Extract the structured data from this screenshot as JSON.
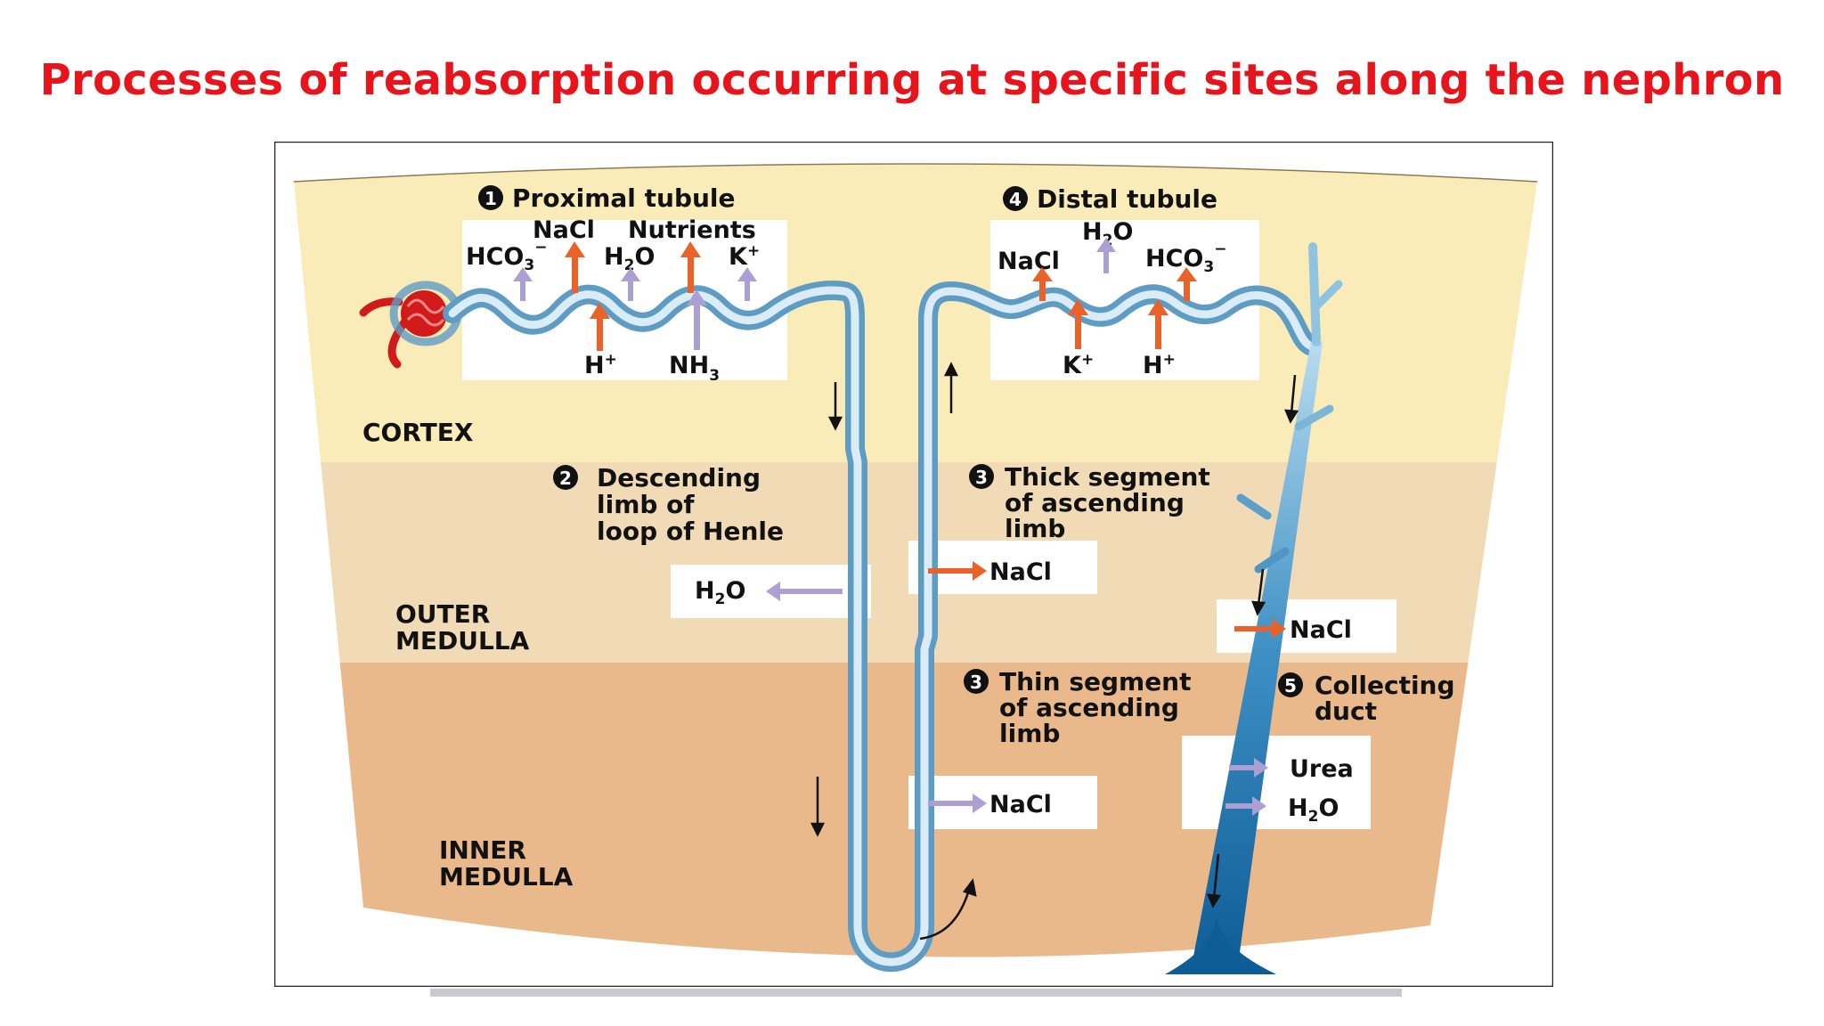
{
  "title": "Processes of reabsorption occurring at specific sites along the nephron",
  "regions": {
    "cortex": "CORTEX",
    "outer_medulla": [
      "OUTER",
      "MEDULLA"
    ],
    "inner_medulla": [
      "INNER",
      "MEDULLA"
    ]
  },
  "steps": {
    "proximal": {
      "num": "1",
      "label": "Proximal tubule"
    },
    "descending": {
      "num": "2",
      "lines": [
        "Descending",
        "limb of",
        "loop of Henle"
      ]
    },
    "thick": {
      "num": "3",
      "lines": [
        "Thick segment",
        "of ascending",
        "limb"
      ]
    },
    "thin": {
      "num": "3",
      "lines": [
        "Thin segment",
        "of ascending",
        "limb"
      ]
    },
    "distal": {
      "num": "4",
      "label": "Distal tubule"
    },
    "collecting": {
      "num": "5",
      "lines": [
        "Collecting",
        "duct"
      ]
    }
  },
  "substances": {
    "nacl": "NaCl",
    "nutrients": "Nutrients",
    "hco3": "HCO",
    "h2o_h": "H",
    "h2o_o": "O",
    "sub2": "2",
    "sub3": "3",
    "minus": "−",
    "k": "K",
    "h": "H",
    "plus": "+",
    "nh3": "NH",
    "urea": "Urea"
  },
  "colors": {
    "title": "#e8141b",
    "cortex": "#faecb8",
    "outer_medulla": "#f1dbb6",
    "inner_medulla": "#e9b98c",
    "active_arrow": "#e9622a",
    "passive_arrow": "#ab9fd4",
    "tubule": "#8fc3df",
    "collecting_duct": "#1b6fa5"
  }
}
